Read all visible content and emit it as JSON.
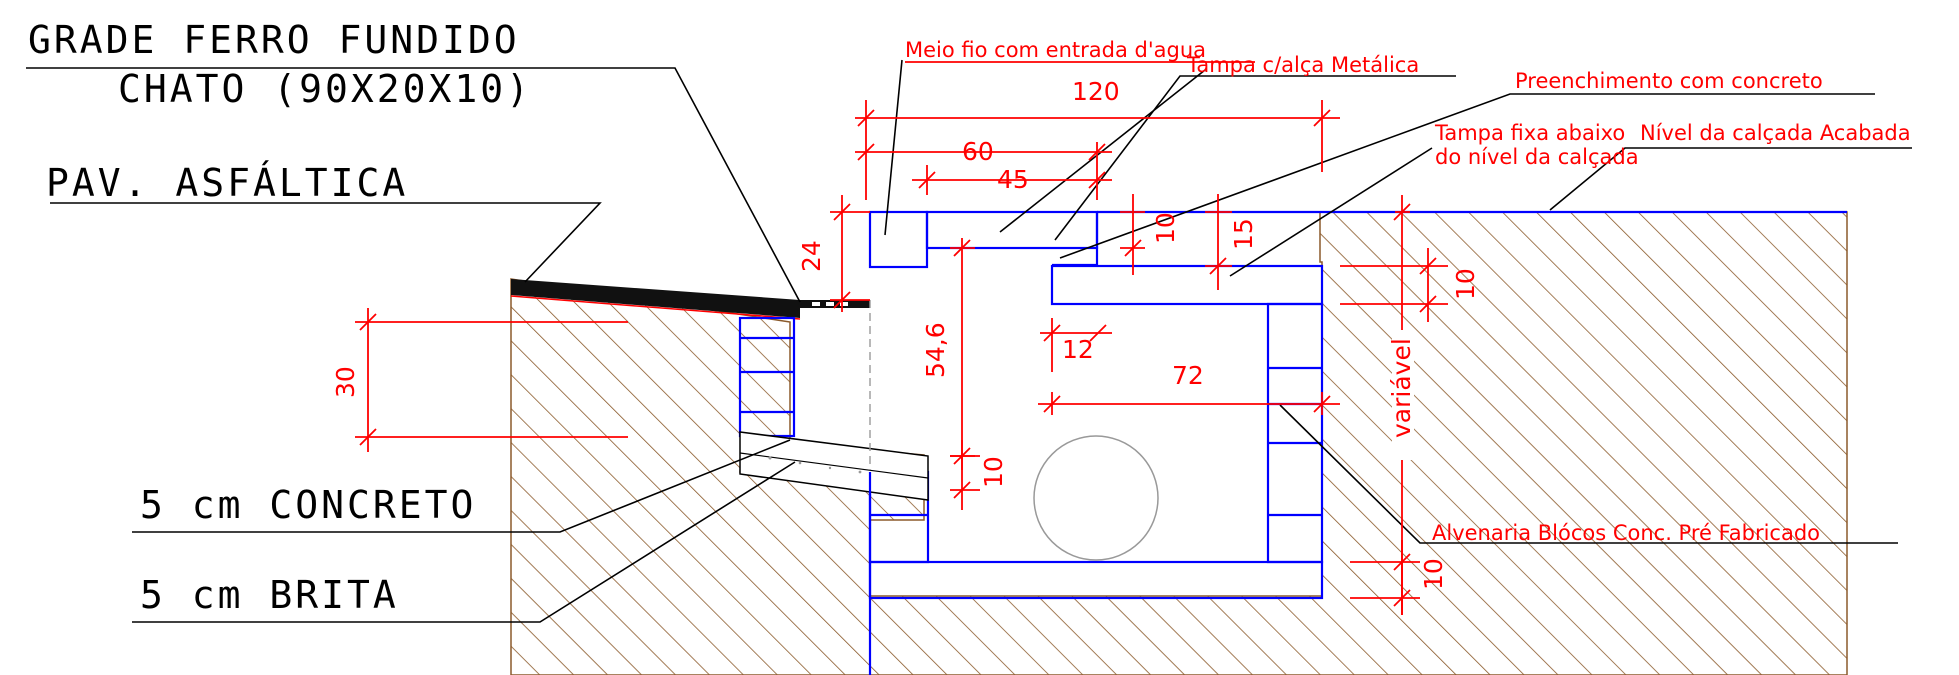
{
  "labels": {
    "grade_line1": "GRADE FERRO FUNDIDO",
    "grade_line2": "CHATO (90X20X10)",
    "pav_asfaltica": "PAV. ASFÁLTICA",
    "concreto": "5 cm CONCRETO",
    "brita": "5 cm BRITA",
    "meio_fio": "Meio fio com entrada d'agua",
    "tampa_alca": "Tampa c/alça Metálica",
    "preenchimento": "Preenchimento com concreto",
    "tampa_fixa_1": "Tampa fixa abaixo",
    "tampa_fixa_2": "do nível da calçada",
    "nivel_calcada": "Nível da calçada Acabada",
    "alvenaria": "Alvenaria Blócos Conc. Pré Fabricado"
  },
  "dimensions": {
    "d120": "120",
    "d60": "60",
    "d45": "45",
    "d24": "24",
    "d10_top": "10",
    "d15": "15",
    "d10_right": "10",
    "d12": "12",
    "d72": "72",
    "d54_6": "54,6",
    "d30": "30",
    "d10_pipe": "10",
    "d10_bottom": "10",
    "variavel": "variável"
  },
  "colors": {
    "structure": "#0000ff",
    "annotation": "#ff0000",
    "leader": "#000000",
    "hatch": "#8b5a2b"
  }
}
